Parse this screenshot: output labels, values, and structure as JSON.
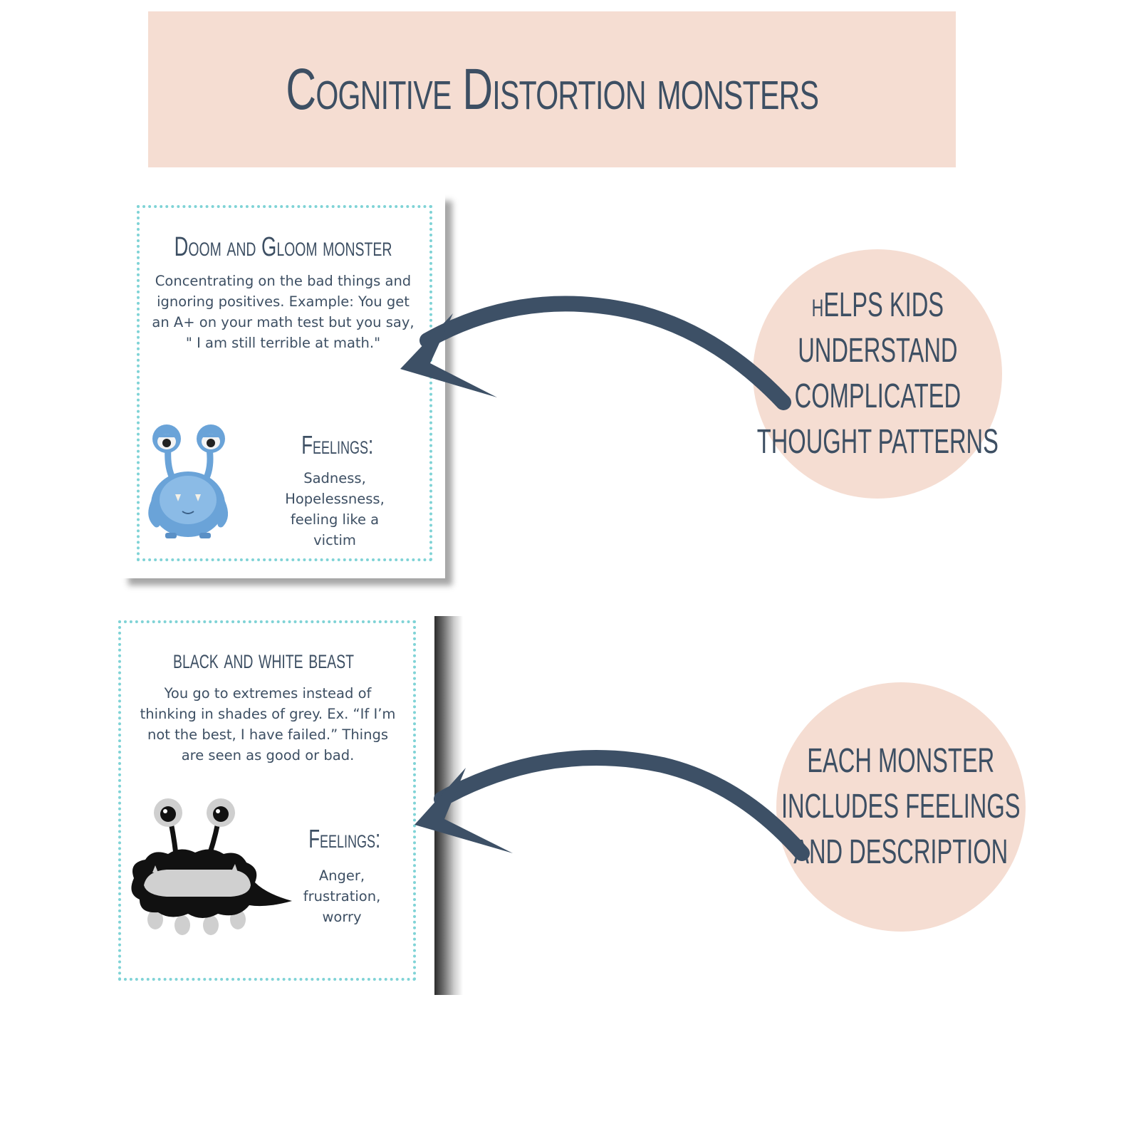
{
  "banner": {
    "title": "Cognitive Distortion monsters"
  },
  "cards": [
    {
      "title": "Doom and Gloom monster",
      "description": "Concentrating on the bad things and ignoring positives. Example: You get an A+ on your math test but you say, \" I am still terrible at math.\"",
      "feelings_heading": "Feelings:",
      "feelings": "Sadness, Hopelessness, feeling like a victim",
      "monster_icon": "blue-monster-icon"
    },
    {
      "title": "black and white beast",
      "description": "You go to extremes instead of thinking in shades of grey. Ex. “If I’m not the best, I have failed.” Things are seen as good or bad.",
      "feelings_heading": "Feelings:",
      "feelings": "Anger, frustration, worry",
      "monster_icon": "black-white-monster-icon"
    }
  ],
  "callouts": [
    {
      "lines": [
        "hELPS KIDS",
        "UNDERSTAND",
        "COMPLICATED",
        "THOUGHT PATTERNS"
      ]
    },
    {
      "lines": [
        "EACH MONSTER",
        "INCLUDES FEELINGS",
        "AND DESCRIPTION"
      ]
    }
  ],
  "colors": {
    "peach": "#f5ddd2",
    "ink": "#3d4f63",
    "dotted_border": "#7fd3d6",
    "arrow": "#3d5066"
  }
}
